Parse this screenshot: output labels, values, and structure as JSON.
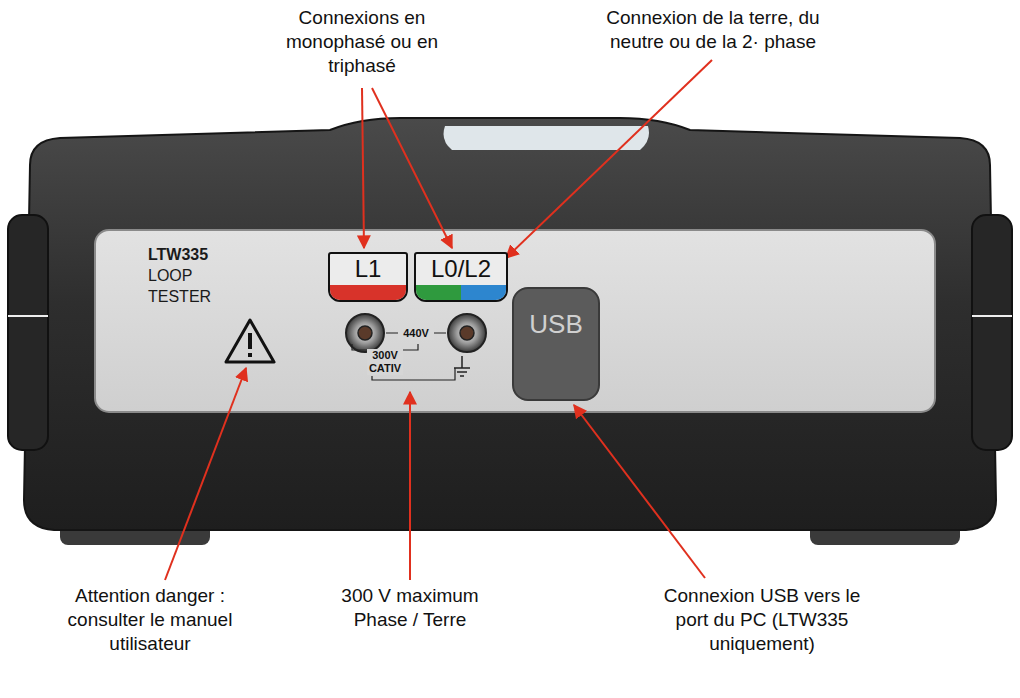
{
  "diagram": {
    "nodes": [
      {
        "text": [
          "LTW335",
          "LOOP TESTER"
        ]
      },
      {
        "text": [
          "L1"
        ],
        "in": 0
      },
      {
        "text": [
          "L0/L2"
        ],
        "in": 0
      },
      {
        "text": [
          "USB"
        ],
        "in": 0
      }
    ],
    "labels": [
      "Connexions en monophasé ou en triphasé",
      "Connexion de la terre, du neutre ou de la 2· phase",
      "440V",
      "300V CATIV",
      "Attention danger : consulter le manuel utilisateur",
      "300 V maximum Phase / Terre",
      "Connexion USB vers le port du PC (LTW335 uniquement)"
    ]
  }
}
